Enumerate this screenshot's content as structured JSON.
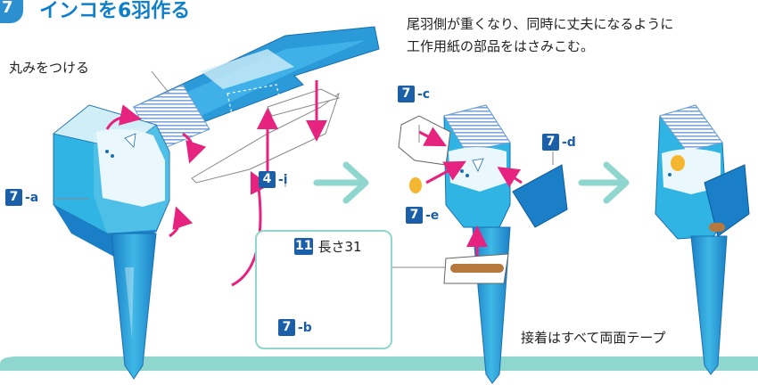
{
  "step": {
    "number": "7",
    "title": "インコを6羽作る"
  },
  "notes": {
    "tail_line1": "尾羽側が重くなり、同時に丈夫になるように",
    "tail_line2": "工作用紙の部品をはさみこむ。",
    "round": "丸みをつける",
    "glue": "接着はすべて両面テープ",
    "length": "長さ31"
  },
  "parts": {
    "a": {
      "num": "7",
      "suffix": "-a"
    },
    "i": {
      "num": "4",
      "suffix": "-i"
    },
    "c": {
      "num": "7",
      "suffix": "-c"
    },
    "d": {
      "num": "7",
      "suffix": "-d"
    },
    "e": {
      "num": "7",
      "suffix": "-e"
    },
    "b": {
      "num": "7",
      "suffix": "-b"
    },
    "len": {
      "num": "11"
    }
  },
  "colors": {
    "body_blue": "#2fb4e3",
    "dark_blue": "#1a7fc6",
    "deep_blue": "#0f6ab8",
    "light_cyan": "#cfeef8",
    "arrow_pink": "#e6237e",
    "flow_arrow": "#8fd6cf",
    "ground": "#8fd6cf",
    "beak": "#f5b630"
  }
}
